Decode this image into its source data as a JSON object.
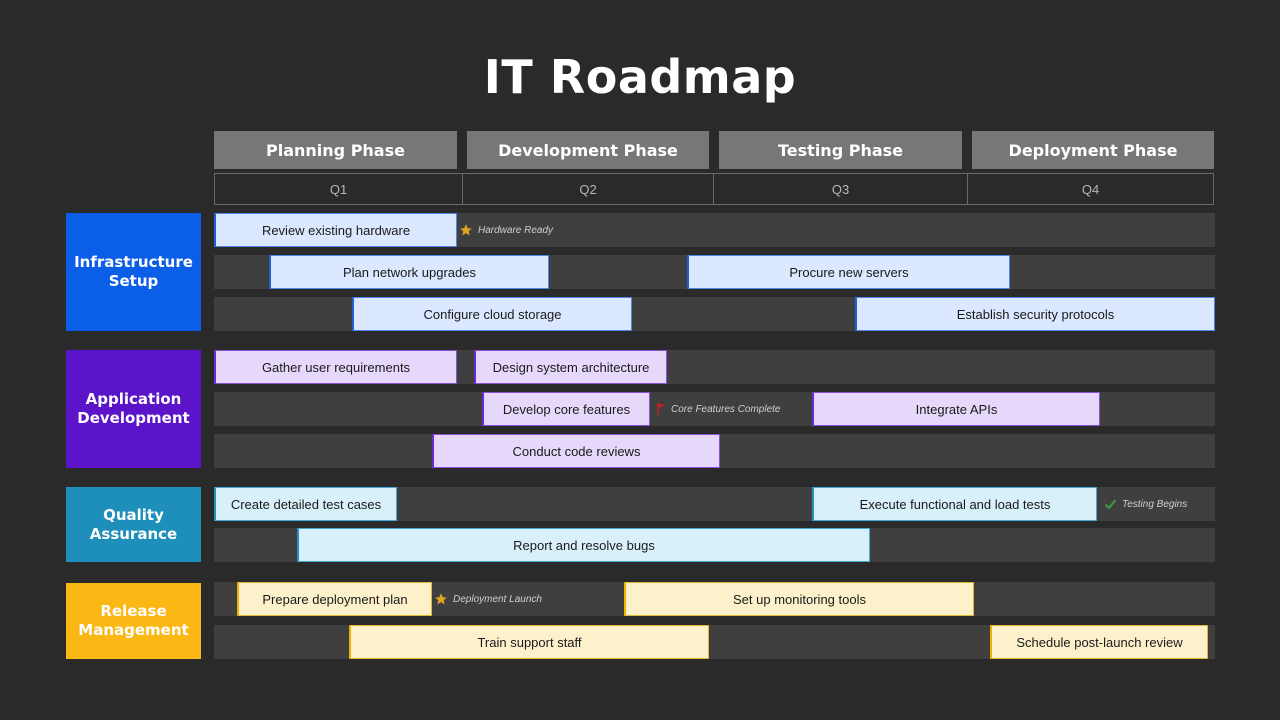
{
  "title": "IT Roadmap",
  "phases": [
    "Planning Phase",
    "Development Phase",
    "Testing Phase",
    "Deployment Phase"
  ],
  "quarters": [
    "Q1",
    "Q2",
    "Q3",
    "Q4"
  ],
  "colors": {
    "infrastructure": "#0a5ee8",
    "application": "#5b14c9",
    "quality": "#1e8fba",
    "release": "#fbb714"
  },
  "categories": [
    {
      "name": "Infrastructure Setup",
      "rows": [
        {
          "tasks": [
            {
              "label": "Review existing hardware",
              "start": 0.0,
              "end": 0.97
            }
          ],
          "milestones": [
            {
              "label": "Hardware Ready",
              "icon": "star-icon",
              "at": 0.97
            }
          ]
        },
        {
          "tasks": [
            {
              "label": "Plan network upgrades",
              "start": 0.22,
              "end": 1.34
            },
            {
              "label": "Procure new servers",
              "start": 1.89,
              "end": 3.18
            }
          ]
        },
        {
          "tasks": [
            {
              "label": "Configure cloud storage",
              "start": 0.55,
              "end": 1.67
            },
            {
              "label": "Establish security protocols",
              "start": 2.56,
              "end": 4.0
            }
          ]
        }
      ]
    },
    {
      "name": "Application Development",
      "rows": [
        {
          "tasks": [
            {
              "label": "Gather user requirements",
              "start": 0.0,
              "end": 0.97
            },
            {
              "label": "Design system architecture",
              "start": 1.04,
              "end": 1.81
            }
          ]
        },
        {
          "tasks": [
            {
              "label": "Develop core features",
              "start": 1.07,
              "end": 1.74
            },
            {
              "label": "Integrate APIs",
              "start": 2.39,
              "end": 3.54
            }
          ],
          "milestones": [
            {
              "label": "Core Features Complete",
              "icon": "flag-icon",
              "at": 1.76
            }
          ]
        },
        {
          "tasks": [
            {
              "label": "Conduct code reviews",
              "start": 0.87,
              "end": 2.02
            }
          ]
        }
      ]
    },
    {
      "name": "Quality Assurance",
      "rows": [
        {
          "tasks": [
            {
              "label": "Create detailed test cases",
              "start": 0.0,
              "end": 0.73
            },
            {
              "label": "Execute functional and load tests",
              "start": 2.39,
              "end": 3.53
            }
          ],
          "milestones": [
            {
              "label": "Testing Begins",
              "icon": "check-icon",
              "at": 3.55
            }
          ]
        },
        {
          "tasks": [
            {
              "label": "Report and resolve bugs",
              "start": 0.33,
              "end": 2.62
            }
          ]
        }
      ]
    },
    {
      "name": "Release Management",
      "rows": [
        {
          "tasks": [
            {
              "label": "Prepare deployment plan",
              "start": 0.09,
              "end": 0.87
            },
            {
              "label": "Set up monitoring tools",
              "start": 1.64,
              "end": 3.04
            }
          ],
          "milestones": [
            {
              "label": "Deployment Launch",
              "icon": "star-icon",
              "at": 0.87
            }
          ]
        },
        {
          "tasks": [
            {
              "label": "Train support staff",
              "start": 0.54,
              "end": 1.98
            },
            {
              "label": "Schedule post-launch review",
              "start": 3.1,
              "end": 3.97
            }
          ]
        }
      ]
    }
  ]
}
